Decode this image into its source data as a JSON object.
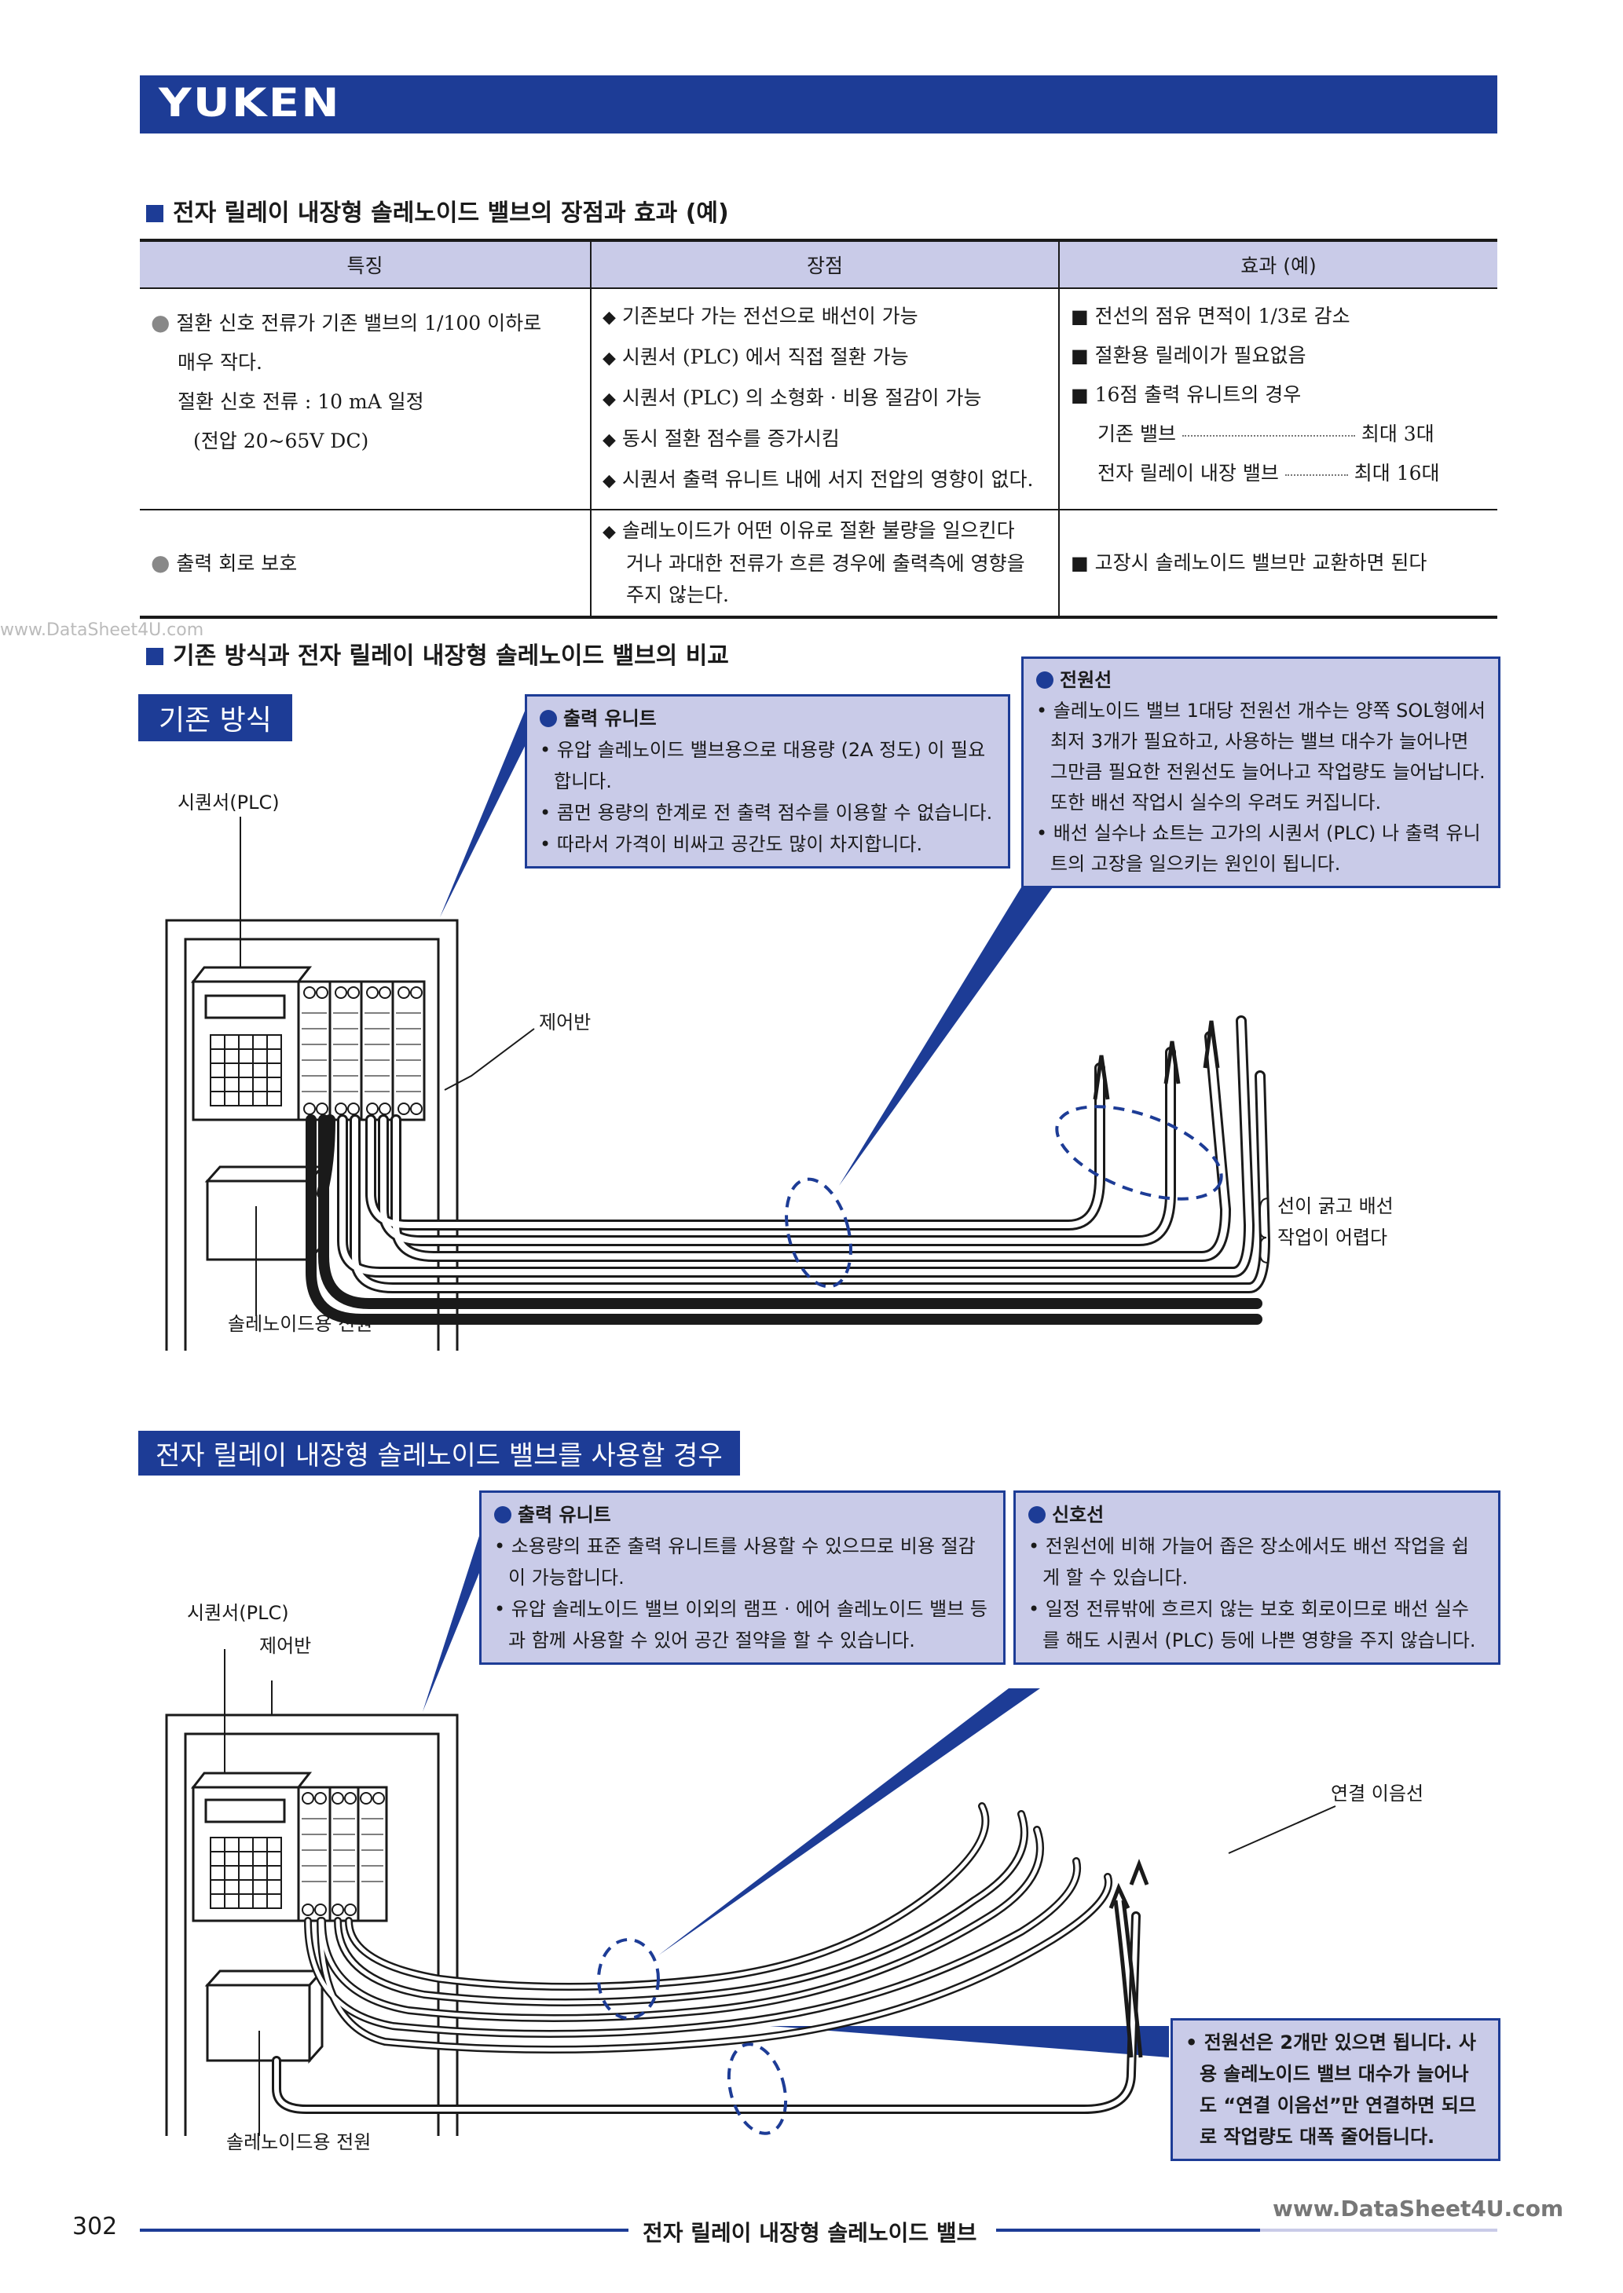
{
  "header": {
    "logo": "YUKEN"
  },
  "section1": {
    "title": "전자 릴레이 내장형 솔레노이드 밸브의 장점과 효과 (예)"
  },
  "table": {
    "headers": [
      "특징",
      "장점",
      "효과 (예)"
    ],
    "row1": {
      "feature": [
        "절환 신호 전류가 기존 밸브의 1/100 이하로",
        "매우 작다.",
        "절환 신호 전류 : 10 mA 일정",
        "(전압 20~65V DC)"
      ],
      "advantages": [
        "기존보다 가는 전선으로 배선이 가능",
        "시퀀서 (PLC) 에서 직접 절환 가능",
        "시퀀서 (PLC) 의 소형화 · 비용 절감이 가능",
        "동시 절환 점수를 증가시킴",
        "시퀀서 출력 유니트 내에 서지 전압의 영향이 없다."
      ],
      "effects": [
        "전선의 점유 면적이 1/3로 감소",
        "절환용 릴레이가 필요없음",
        "16점 출력 유니트의 경우"
      ],
      "effect_compare": [
        {
          "label": "기존 밸브",
          "value": "최대 3대"
        },
        {
          "label": "전자 릴레이 내장 밸브",
          "value": "최대 16대"
        }
      ]
    },
    "row2": {
      "feature": "출력 회로 보호",
      "advantages": [
        "솔레노이드가 어떤 이유로 절환 불량을 일으킨다",
        "거나 과대한 전류가 흐른 경우에 출력측에 영향을",
        "주지 않는다."
      ],
      "effects": "고장시 솔레노이드 밸브만 교환하면 된다"
    }
  },
  "watermark": "www.DataSheet4U.com",
  "section2": {
    "title": "기존 방식과 전자 릴레이 내장형 솔레노이드 밸브의 비교"
  },
  "diagram1": {
    "label": "기존 방식",
    "note_output": {
      "title": "출력 유니트",
      "items": [
        "• 유압 솔레노이드 밸브용으로 대용량 (2A 정도) 이 필요합니다.",
        "• 콤먼 용량의 한계로 전 출력 점수를 이용할 수 없습니다.",
        "• 따라서 가격이 비싸고 공간도 많이 차지합니다."
      ]
    },
    "note_power": {
      "title": "전원선",
      "items": [
        "• 솔레노이드 밸브 1대당 전원선 개수는 양쪽 SOL형에서 최저 3개가 필요하고, 사용하는 밸브 대수가 늘어나면 그만큼 필요한 전원선도 늘어나고 작업량도 늘어납니다. 또한 배선 작업시 실수의 우려도 커집니다.",
        "• 배선 실수나 쇼트는 고가의 시퀀서 (PLC) 나 출력 유니트의 고장을 일으키는 원인이 됩니다."
      ]
    },
    "plc_label": "시퀀서(PLC)",
    "panel_label": "제어반",
    "psu_label": "솔레노이드용 전원",
    "thick_line1": "선이 굵고 배선",
    "thick_line2": "작업이 어렵다"
  },
  "diagram2": {
    "label": "전자 릴레이 내장형 솔레노이드 밸브를 사용할 경우",
    "note_output": {
      "title": "출력 유니트",
      "items": [
        "• 소용량의 표준 출력 유니트를 사용할 수 있으므로 비용 절감이 가능합니다.",
        "• 유압 솔레노이드 밸브 이외의 램프 · 에어 솔레노이드 밸브 등과 함께 사용할 수 있어 공간 절약을 할 수 있습니다."
      ]
    },
    "note_signal": {
      "title": "신호선",
      "items": [
        "• 전원선에 비해 가늘어 좁은 장소에서도 배선 작업을 쉽게 할 수 있습니다.",
        "• 일정 전류밖에 흐르지 않는 보호 회로이므로 배선 실수를 해도 시퀀서 (PLC) 등에 나쁜 영향을 주지 않습니다."
      ]
    },
    "note_power": {
      "items": [
        "• 전원선은 2개만 있으면 됩니다. 사용 솔레노이드 밸브 대수가 늘어나도 “연결 이음선”만 연결하면 되므로 작업량도 대폭 줄어듭니다."
      ]
    },
    "plc_label": "시퀀서(PLC)",
    "panel_label": "제어반",
    "psu_label": "솔레노이드용 전원",
    "connector_label": "연결 이음선"
  },
  "footer": {
    "page": "302",
    "title": "전자 릴레이 내장형 솔레노이드 밸브",
    "site": "www.DataSheet4U.com"
  }
}
